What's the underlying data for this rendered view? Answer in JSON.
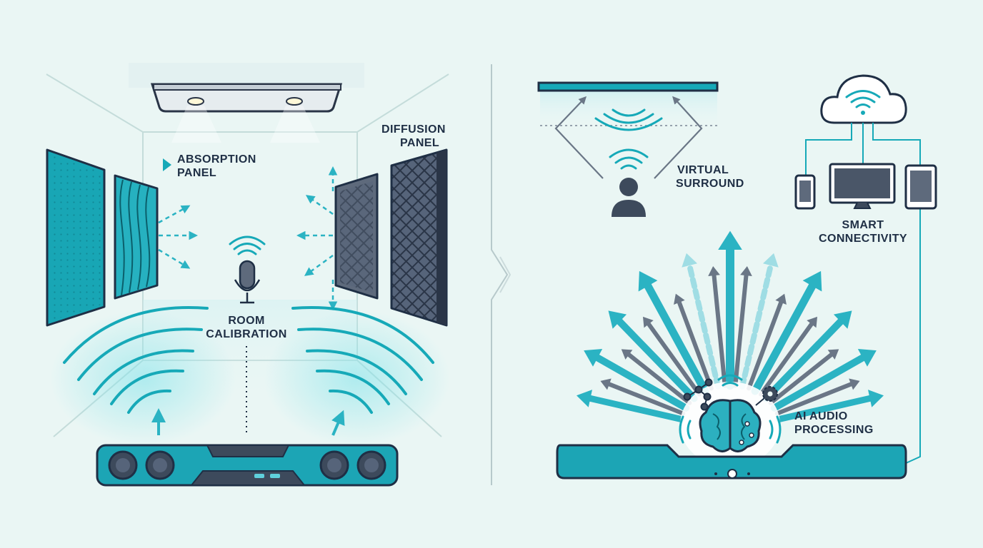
{
  "labels": {
    "absorption_line1": "ABSORPTION",
    "absorption_line2": "PANEL",
    "diffusion_line1": "DIFFUSION",
    "diffusion_line2": "PANEL",
    "room_line1": "ROOM",
    "room_line2": "CALIBRATION",
    "virtual_line1": "VIRTUAL",
    "virtual_line2": "SURROUND",
    "smart_line1": "SMART",
    "smart_line2": "CONNECTIVITY",
    "ai_line1": "AI AUDIO",
    "ai_line2": "PROCESSING"
  },
  "icons": [
    "ceiling-light-icon",
    "absorption-panel-icon",
    "diffusion-panel-icon",
    "microphone-icon",
    "soundbar-icon",
    "listener-icon",
    "cloud-wifi-icon",
    "smartphone-icon",
    "monitor-icon",
    "tablet-icon",
    "brain-icon",
    "gear-icon",
    "network-nodes-icon"
  ],
  "colors": {
    "background": "#eaf6f4",
    "accent_teal": "#16a9b8",
    "dark_navy": "#1f2f45",
    "slate_gray": "#4f5d6e"
  }
}
